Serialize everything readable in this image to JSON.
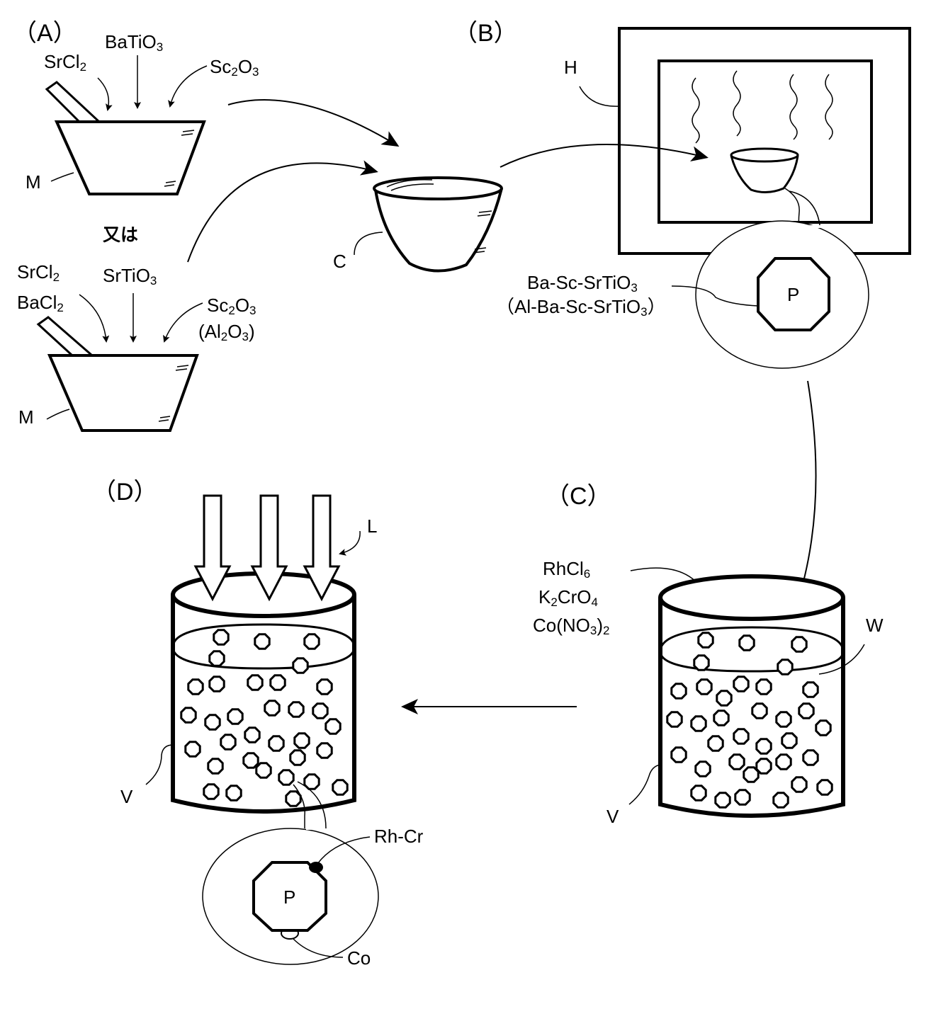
{
  "panels": {
    "A": "（A）",
    "B": "（B）",
    "C": "（C）",
    "D": "（D）"
  },
  "panel_a": {
    "top_mix": {
      "left_reagent": {
        "base": "SrCl",
        "sub": "2"
      },
      "center_reagent": {
        "base": "BaTiO",
        "sub": "3"
      },
      "right_reagent": {
        "parts": [
          "Sc",
          "2",
          "O",
          "3"
        ]
      }
    },
    "or_text": "又は",
    "bottom_mix": {
      "left_reagent_1": {
        "base": "SrCl",
        "sub": "2"
      },
      "left_reagent_2": {
        "base": "BaCl",
        "sub": "2"
      },
      "center_reagent": {
        "base": "SrTiO",
        "sub": "3"
      },
      "right_reagent": {
        "parts": [
          "Sc",
          "2",
          "O",
          "3"
        ]
      },
      "right_reagent_alt": {
        "parts": [
          "(Al",
          "2",
          "O",
          "3",
          ")"
        ]
      }
    },
    "mortar_label": "M"
  },
  "crucible_label": "C",
  "panel_b": {
    "furnace_label": "H",
    "particle_label": "P",
    "product": {
      "base": "Ba-Sc-SrTiO",
      "sub": "3"
    },
    "product_alt": {
      "open": "（Al-Ba-Sc-SrTiO",
      "sub": "3",
      "close": "）"
    }
  },
  "panel_c": {
    "reagents": [
      {
        "base": "RhCl",
        "sub": "6",
        "tail": ""
      },
      {
        "base": "K",
        "sub": "2",
        "tail": "CrO",
        "sub2": "4"
      },
      {
        "base": "Co(NO",
        "sub": "3",
        "tail": ")",
        "sub2": "2"
      }
    ],
    "water_label": "W",
    "vessel_label": "V"
  },
  "panel_d": {
    "light_label": "L",
    "vessel_label": "V",
    "particle_label": "P",
    "cocatalyst_1": "Rh-Cr",
    "cocatalyst_2": "Co"
  }
}
